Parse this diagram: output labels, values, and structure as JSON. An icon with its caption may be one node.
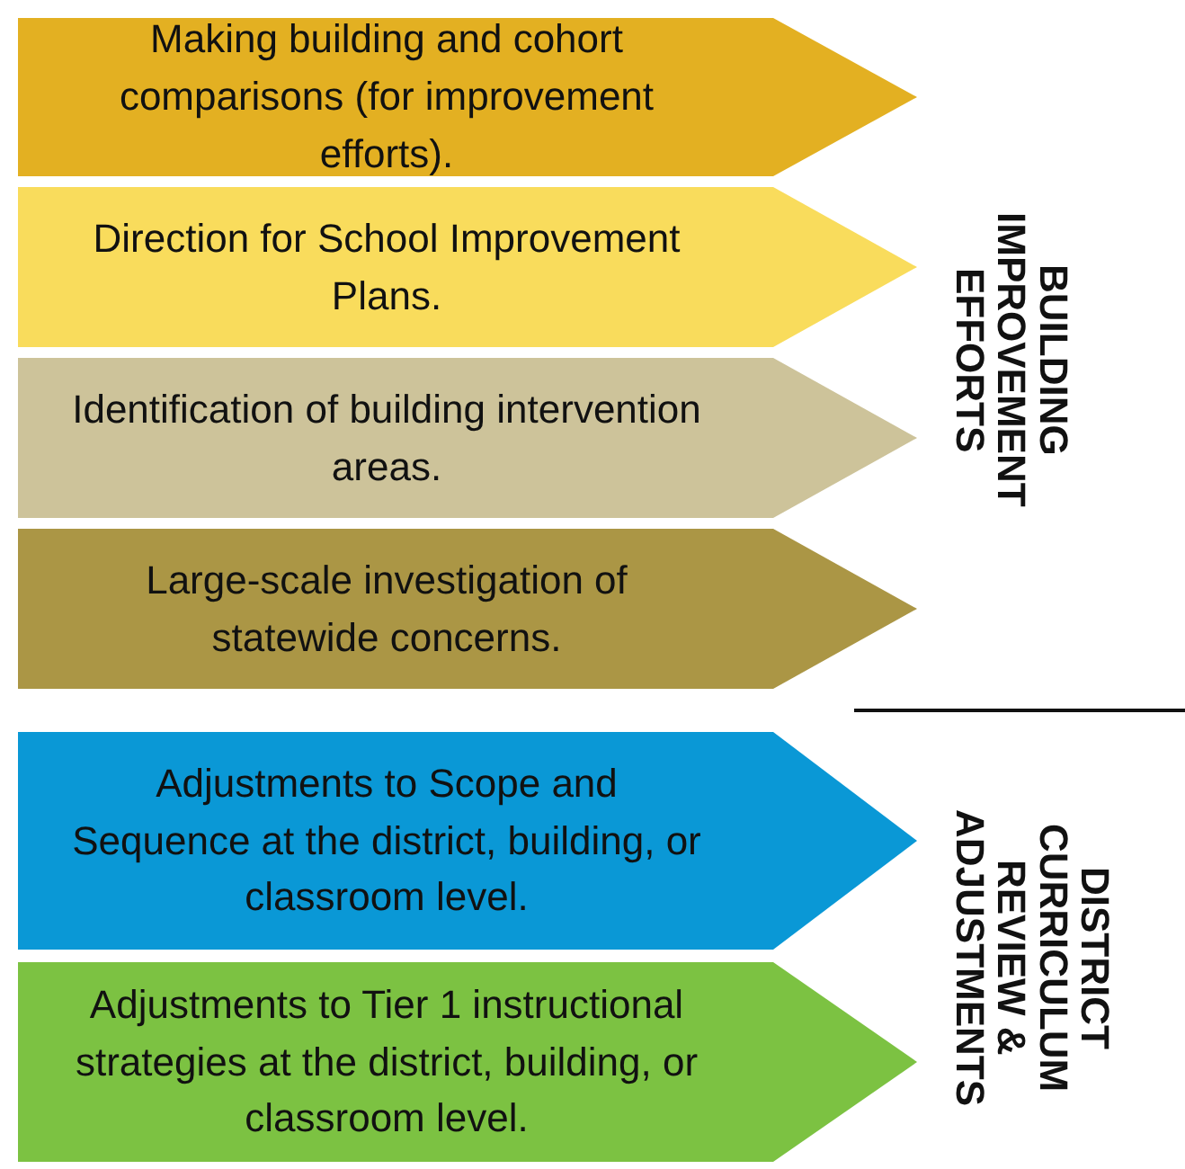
{
  "diagram": {
    "nodes": [
      {
        "text": [
          "Making building and cohort comparisons (for improvement efforts)."
        ]
      },
      {
        "text": [
          "Direction for School Improvement Plans."
        ]
      },
      {
        "text": [
          "Identification of building intervention areas."
        ]
      },
      {
        "text": [
          "Large-scale investigation of statewide concerns."
        ]
      },
      {
        "text": [
          "Adjustments to Scope and Sequence at the district, building, or classroom level."
        ]
      },
      {
        "text": [
          "Adjustments to Tier 1 instructional strategies at the district, building, or classroom level."
        ]
      }
    ],
    "labels": [
      "BUILDING IMPROVEMENT EFFORTS",
      "DISTRICT CURRICULUM REVIEW & ADJUSTMENTS"
    ]
  }
}
